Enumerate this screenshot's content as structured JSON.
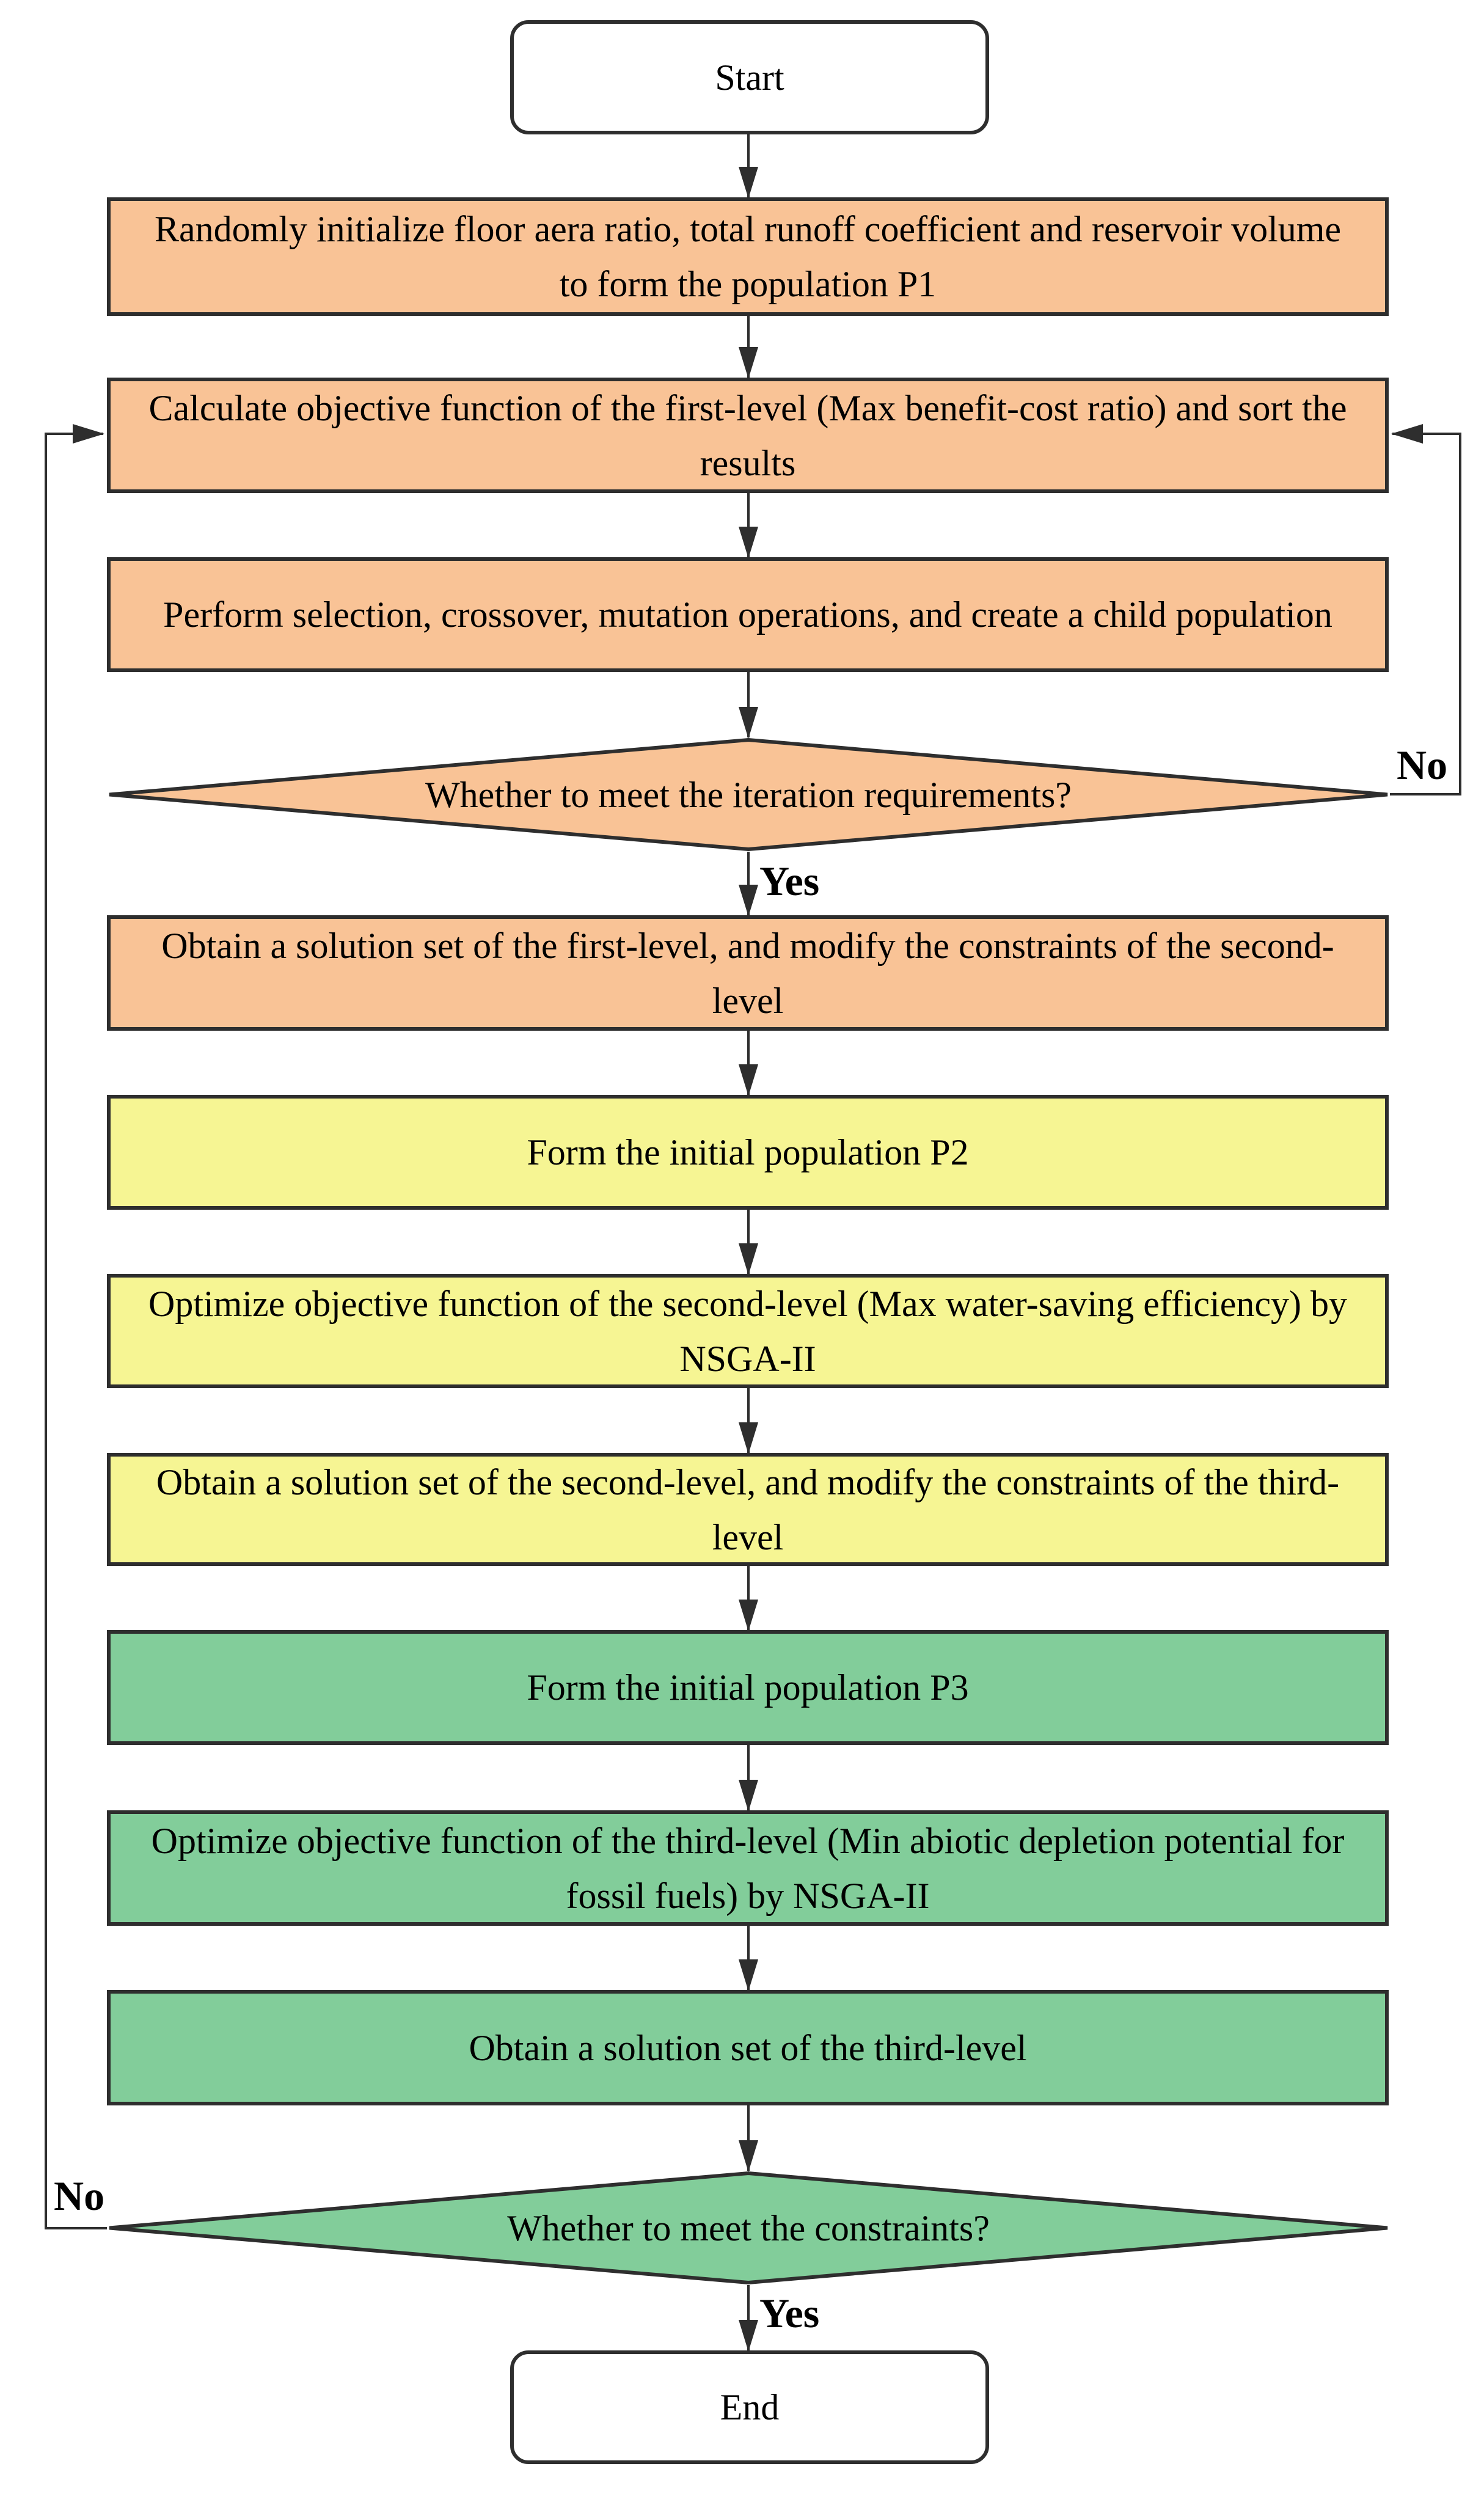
{
  "colors": {
    "level1": "#f9c396",
    "level2": "#f6f593",
    "level3": "#82cd9a",
    "terminal": "#ffffff",
    "border": "#2e2e2e",
    "text": "#000000"
  },
  "nodes": {
    "start": "Start",
    "init_p1": "Randomly initialize floor aera ratio, total runoff coefficient and reservoir volume to form the population P1",
    "calc_first": "Calculate objective function of the first-level (Max benefit-cost ratio) and sort the results",
    "perform_ops": "Perform selection, crossover, mutation operations, and create a child population",
    "iteration_check": "Whether to meet the iteration requirements?",
    "obtain_first": "Obtain a solution set of the first-level, and modify the constraints of the second-level",
    "form_p2": "Form the initial population P2",
    "optimize_second": "Optimize objective function of the second-level (Max water-saving efficiency) by NSGA-II",
    "obtain_second": "Obtain a solution set of the second-level, and modify the constraints of the third-level",
    "form_p3": "Form the initial population P3",
    "optimize_third": "Optimize objective function of the third-level (Min abiotic depletion potential for fossil fuels) by NSGA-II",
    "obtain_third": "Obtain a solution set of the third-level",
    "constraint_check": "Whether to meet the constraints?",
    "end": "End"
  },
  "labels": {
    "yes_iteration": "Yes",
    "no_iteration": "No",
    "yes_constraints": "Yes",
    "no_constraints": "No"
  }
}
